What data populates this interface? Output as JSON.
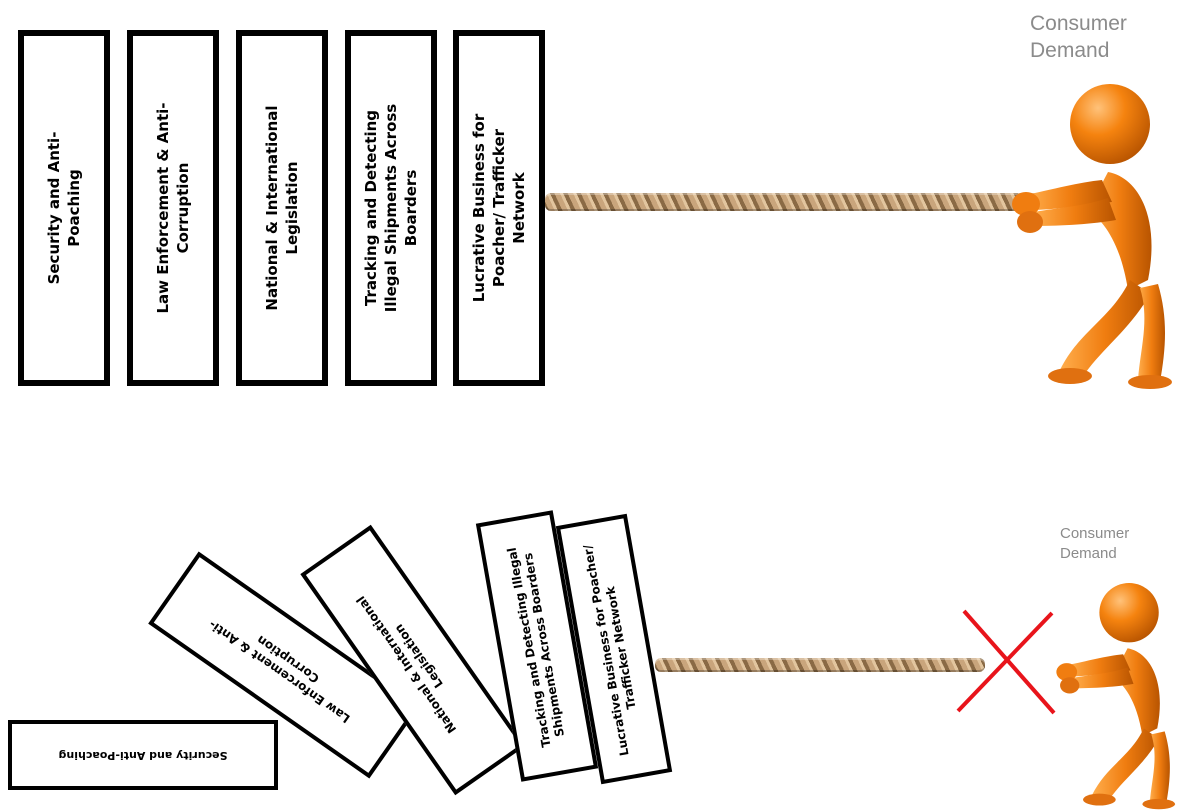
{
  "top_scene": {
    "dominoes": [
      {
        "label": "Security and Anti-Poaching"
      },
      {
        "label": "Law Enforcement & Anti-Corruption"
      },
      {
        "label": "National & International Legislation"
      },
      {
        "label": "Tracking and Detecting Illegal Shipments Across Boarders"
      },
      {
        "label": "Lucrative Business for Poacher/ Trafficker Network"
      }
    ],
    "demand": {
      "line1": "Consumer",
      "line2": "Demand"
    }
  },
  "bottom_scene": {
    "dominoes": [
      {
        "label": "Security and Anti-Poaching"
      },
      {
        "label": "Law Enforcement & Anti-Corruption"
      },
      {
        "label": "National & International Legislation"
      },
      {
        "label": "Tracking and Detecting Illegal Shipments Across Boarders"
      },
      {
        "label": "Lucrative Business for Poacher/ Trafficker Network"
      }
    ],
    "demand": {
      "line1": "Consumer",
      "line2": "Demand"
    }
  },
  "colors": {
    "figure": "#f07d10",
    "figure_shadow": "#c15a00",
    "cross": "#e8141b",
    "demand_text": "#8b8b8b"
  },
  "icons": [
    "person-pulling-rope-icon",
    "rope-icon",
    "red-x-icon"
  ]
}
